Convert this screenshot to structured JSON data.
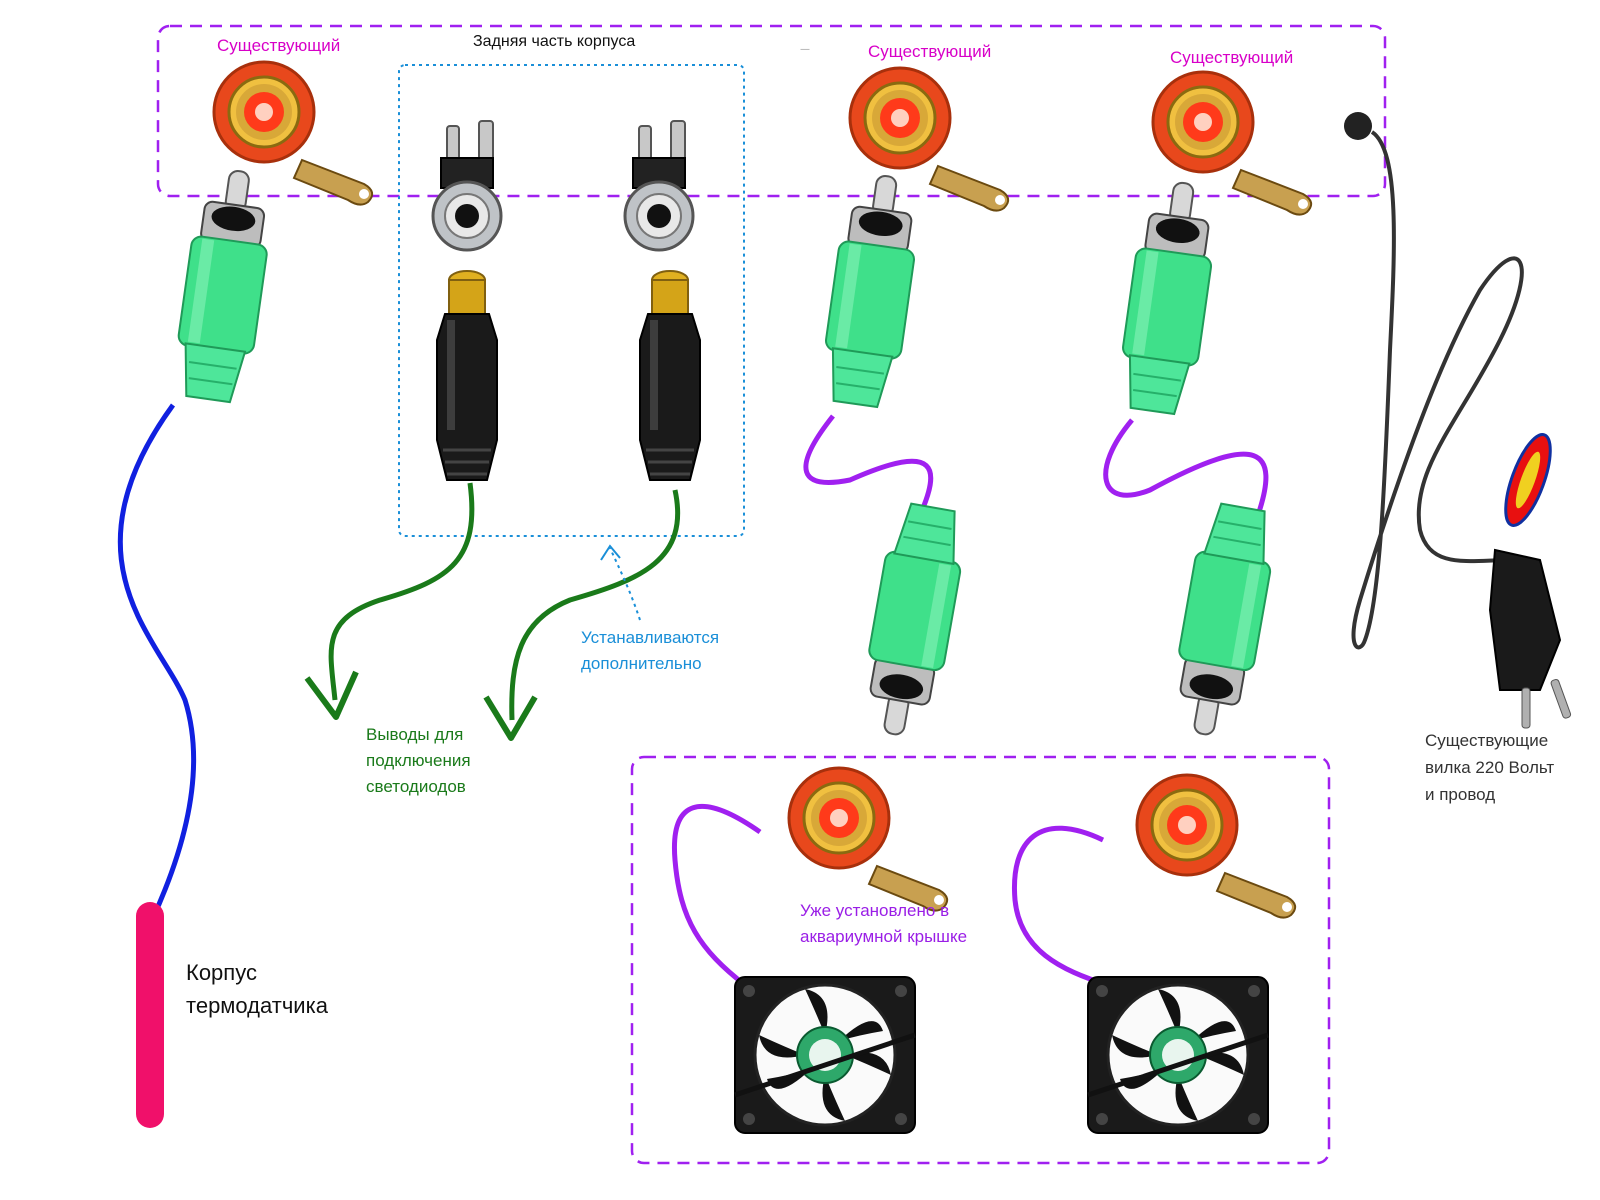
{
  "labels": {
    "existing_1": "Существующий",
    "existing_2": "Существующий",
    "existing_3": "Существующий",
    "back_panel": "Задняя часть корпуса",
    "outputs_line1": "Выводы для",
    "outputs_line2": "подключения",
    "outputs_line3": "светодиодов",
    "installed_line1": "Устанавливаются",
    "installed_line2": "дополнительно",
    "lid_line1": "Уже установлено в",
    "lid_line2": "аквариумной крышке",
    "plug_line1": "Существующие",
    "plug_line2": "вилка 220 Вольт",
    "plug_line3": "и провод",
    "sensor_line1": "Корпус",
    "sensor_line2": "термодатчика"
  },
  "icons": [
    "rca-female-socket-icon",
    "rca-male-plug-icon",
    "dc-barrel-socket-icon",
    "dc-barrel-plug-icon",
    "cooling-fan-icon",
    "power-plug-220v-icon",
    "temperature-sensor-icon",
    "arrow-down-icon",
    "brand-logo-icon"
  ],
  "colors": {
    "boundary": "#a020f0",
    "rca_socket": "#e0401a",
    "rca_plug": "#3fe08a",
    "sensor_wire": "#1020e0",
    "sensor_body": "#f0106a",
    "led_wire": "#1a7a1a",
    "fan_wire": "#a020f0",
    "mains_cable": "#333333",
    "hint_arrow": "#1a8fd8"
  }
}
